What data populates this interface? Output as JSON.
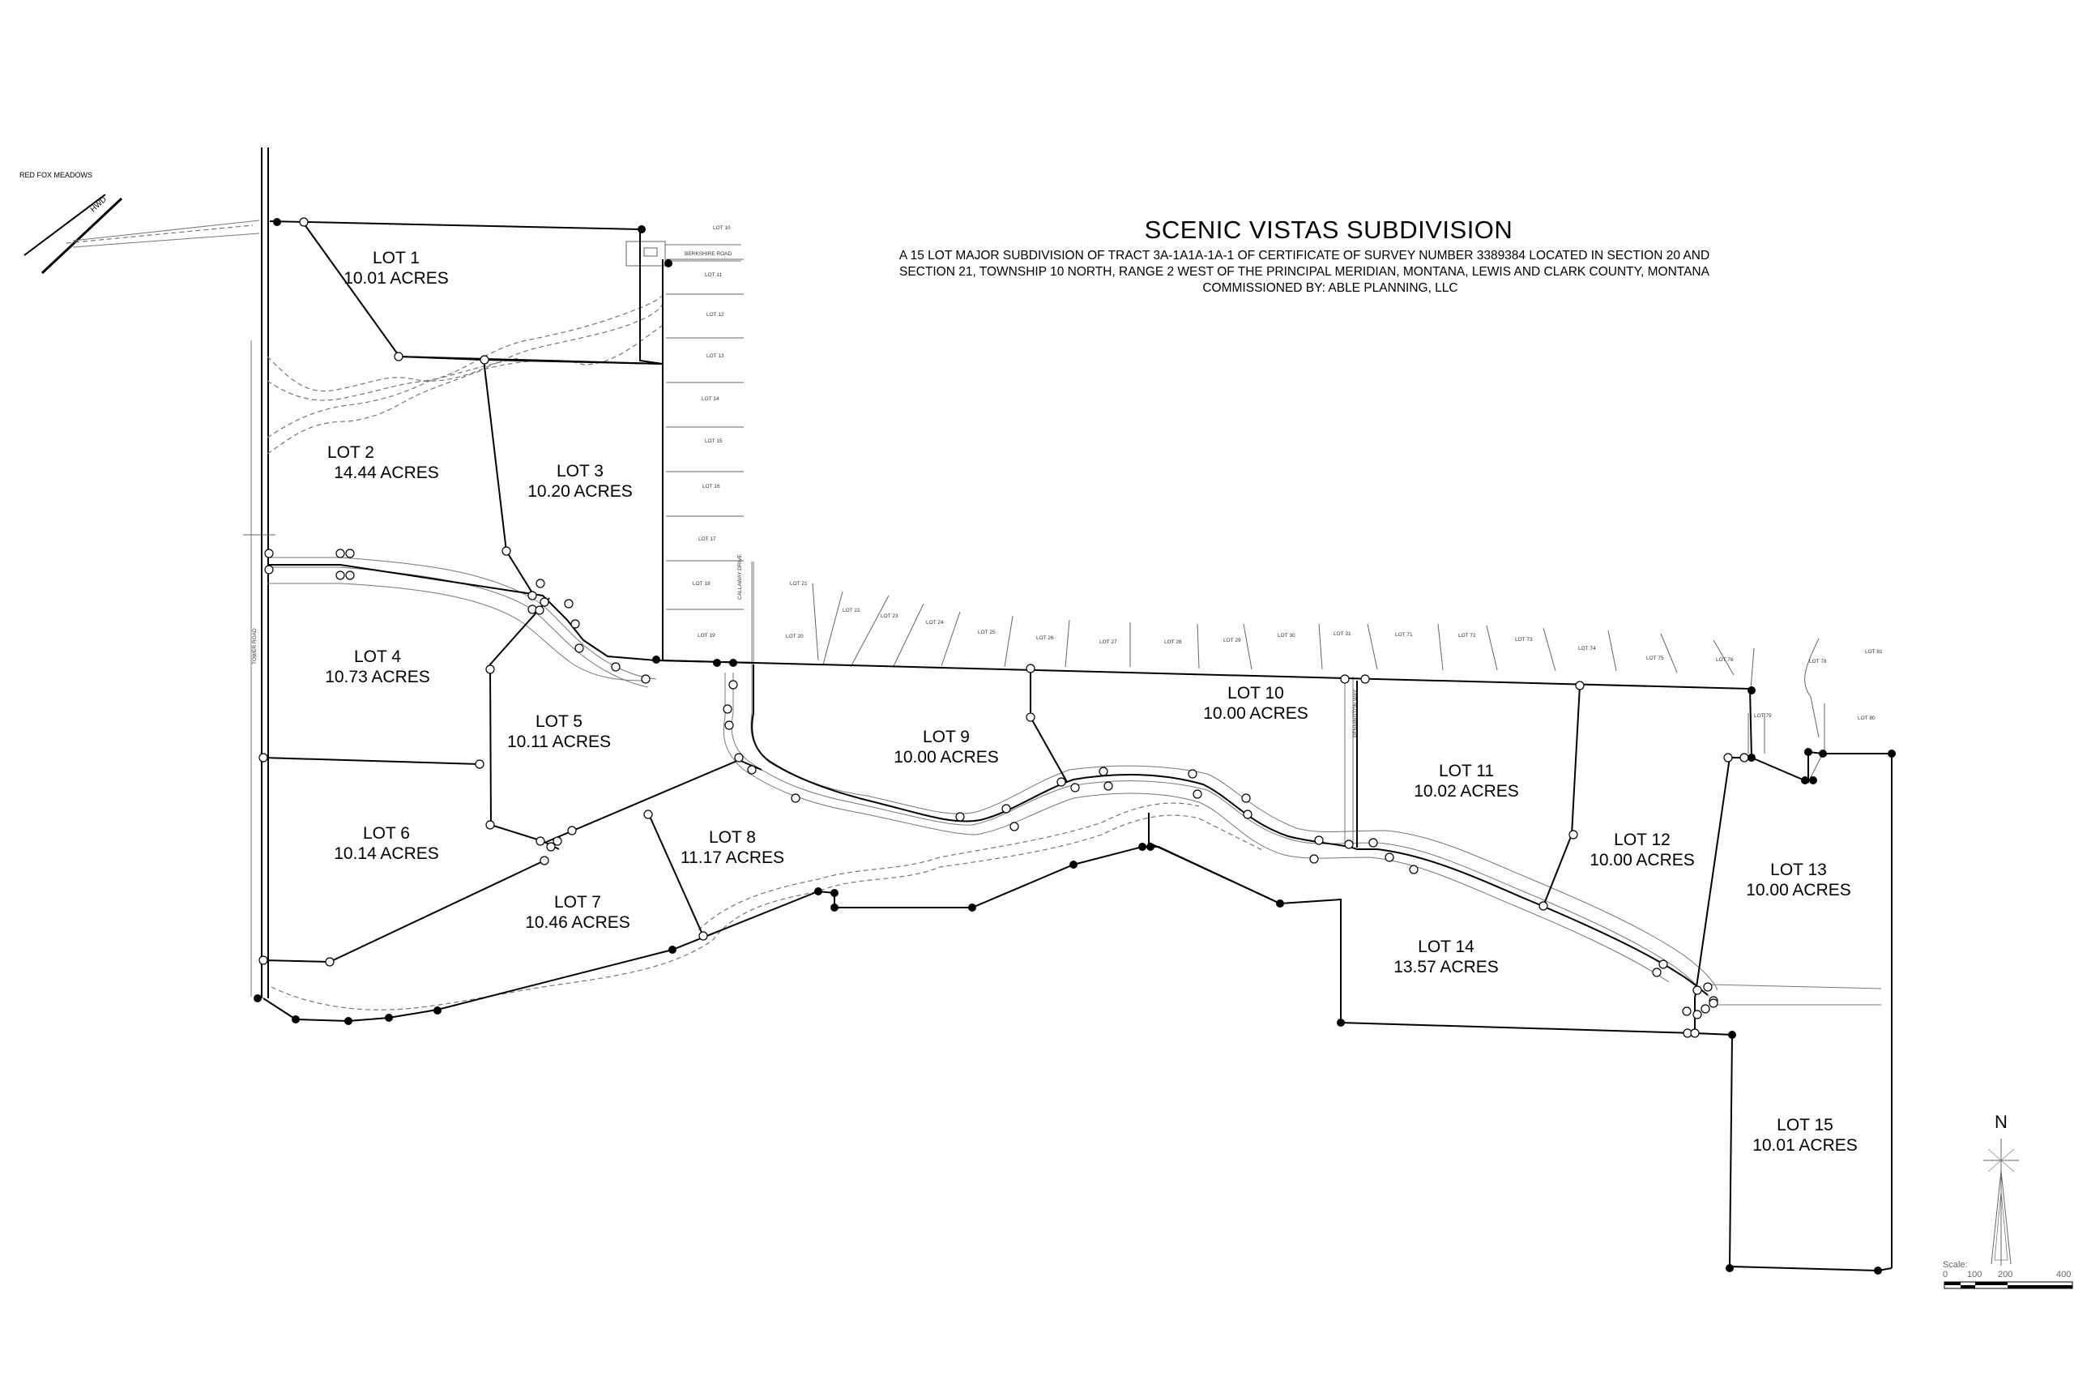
{
  "title": {
    "main": "SCENIC VISTAS SUBDIVISION",
    "line1": "A 15 LOT MAJOR SUBDIVISION OF TRACT 3A-1A1A-1A-1 OF CERTIFICATE OF SURVEY NUMBER 3389384 LOCATED IN SECTION 20 AND",
    "line2": "SECTION 21, TOWNSHIP 10 NORTH, RANGE 2 WEST OF THE PRINCIPAL MERIDIAN, MONTANA, LEWIS AND CLARK COUNTY, MONTANA",
    "line3": "COMMISSIONED BY: ABLE PLANNING, LLC"
  },
  "lots": [
    {
      "name": "LOT 1",
      "acres": "10.01 ACRES"
    },
    {
      "name": "LOT 2",
      "acres": "14.44 ACRES"
    },
    {
      "name": "LOT 3",
      "acres": "10.20 ACRES"
    },
    {
      "name": "LOT 4",
      "acres": "10.73 ACRES"
    },
    {
      "name": "LOT 5",
      "acres": "10.11 ACRES"
    },
    {
      "name": "LOT 6",
      "acres": "10.14 ACRES"
    },
    {
      "name": "LOT 7",
      "acres": "10.46 ACRES"
    },
    {
      "name": "LOT 8",
      "acres": "11.17 ACRES"
    },
    {
      "name": "LOT 9",
      "acres": "10.00 ACRES"
    },
    {
      "name": "LOT 10",
      "acres": "10.00 ACRES"
    },
    {
      "name": "LOT 11",
      "acres": "10.02 ACRES"
    },
    {
      "name": "LOT 12",
      "acres": "10.00 ACRES"
    },
    {
      "name": "LOT 13",
      "acres": "10.00 ACRES"
    },
    {
      "name": "LOT 14",
      "acres": "13.57 ACRES"
    },
    {
      "name": "LOT 15",
      "acres": "10.01 ACRES"
    }
  ],
  "neighbor_lots_west": [
    "LOT 10",
    "LOT 11",
    "LOT 12",
    "LOT 13",
    "LOT 14",
    "LOT 15",
    "LOT 16",
    "LOT 17",
    "LOT 18",
    "LOT 19"
  ],
  "neighbor_lots_north": [
    "LOT 21",
    "LOT 20",
    "LOT 22",
    "LOT 23",
    "LOT 24",
    "LOT 25",
    "LOT 26",
    "LOT 27",
    "LOT 28",
    "LOT 29",
    "LOT 30",
    "LOT 31",
    "LOT 71",
    "LOT 72",
    "LOT 73",
    "LOT 74",
    "LOT 75",
    "LOT 76",
    "LOT 78",
    "LOT 81",
    "LOT 79",
    "LOT 80"
  ],
  "labels": {
    "red_fox": "RED FOX MEADOWS",
    "hwd": "HWD",
    "berkshire": "BERKSHIRE ROAD",
    "calloway": "CALLAWAY DRIVE",
    "pennington": "PENNINGTON WAY",
    "west_road": "TOWER ROAD"
  },
  "north": {
    "label": "N"
  },
  "scale": {
    "label": "Scale:",
    "ticks": [
      "0",
      "100",
      "200",
      "400"
    ]
  }
}
